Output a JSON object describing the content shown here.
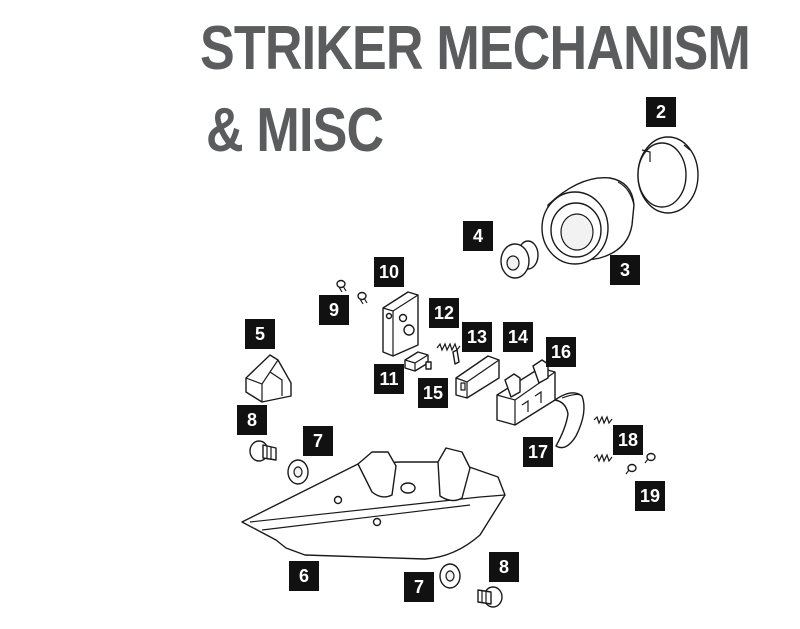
{
  "title": {
    "line1": "STRIKER MECHANISM",
    "line2": "& MISC",
    "color": "#5b5c5e"
  },
  "callouts": [
    "2",
    "3",
    "4",
    "5",
    "6",
    "7",
    "7",
    "8",
    "8",
    "9",
    "10",
    "11",
    "12",
    "13",
    "14",
    "15",
    "16",
    "17",
    "18",
    "19"
  ]
}
